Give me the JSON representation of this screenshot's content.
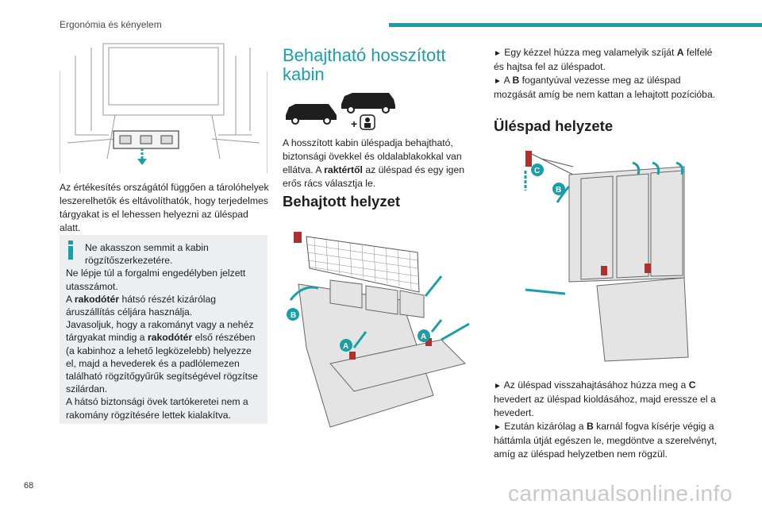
{
  "header": {
    "section_title": "Ergonómia és kényelem",
    "accent_color": "#1a9fa6"
  },
  "page_number": "68",
  "watermark": "carmanualsonline.info",
  "col1": {
    "paragraph": "Az értékesítés országától függően a tárolóhelyek leszerelhetők és eltávolíthatók, hogy terjedelmes tárgyakat is el lehessen helyezni az üléspad alatt.",
    "info_icon": "info-icon",
    "info_lines": {
      "l1": "Ne akasszon semmit a kabin rögzítőszerkezetére.",
      "l2": "Ne lépje túl a forgalmi engedélyben jelzett utasszámot.",
      "l3_pre": "A ",
      "l3_bold": "rakodótér",
      "l3_post": " hátsó részét kizárólag áruszállítás céljára használja.",
      "l4_pre": "Javasoljuk, hogy a rakományt vagy a nehéz tárgyakat mindig a ",
      "l4_bold": "rakodótér",
      "l4_post": " első részében (a kabinhoz a lehető legközelebb) helyezze el, majd a hevederek és a padlólemezen található rögzítőgyűrűk segítségével rögzítse szilárdan.",
      "l5": "A hátsó biztonsági övek tartókeretei nem a rakomány rögzítésére lettek kialakítva."
    }
  },
  "col2": {
    "title": "Behajtható hosszított kabin",
    "intro_pre": "A hosszított kabin üléspadja behajtható, biztonsági övekkel és oldalablakokkal van ellátva. A ",
    "intro_bold": "raktértől",
    "intro_post": " az üléspad és egy igen erős rács választja le.",
    "subtitle": "Behajtott helyzet",
    "labels": {
      "a": "A",
      "b": "B"
    }
  },
  "col3": {
    "step1_pre": "Egy kézzel húzza meg valamelyik szíját ",
    "step1_bold": "A",
    "step1_post": " felfelé és hajtsa fel az üléspadot.",
    "step2_pre": "A ",
    "step2_bold": "B",
    "step2_post": " fogantyúval vezesse meg az üléspad mozgását amíg be nem kattan a lehajtott pozícióba.",
    "subtitle": "Üléspad helyzete",
    "step3_pre": "Az üléspad visszahajtásához húzza meg a ",
    "step3_bold": "C",
    "step3_post": " hevedert az üléspad kioldásához, majd eresszе el a hevedert.",
    "step4_pre": "Ezután kizárólag a ",
    "step4_bold": "B",
    "step4_post": " karnál fogva kísérje végig a háttámla útját egészen le, megdöntve a szerelvényt, amíg az üléspad helyzetben nem rögzül.",
    "labels": {
      "b": "B",
      "c": "C"
    },
    "bullet": "►"
  }
}
